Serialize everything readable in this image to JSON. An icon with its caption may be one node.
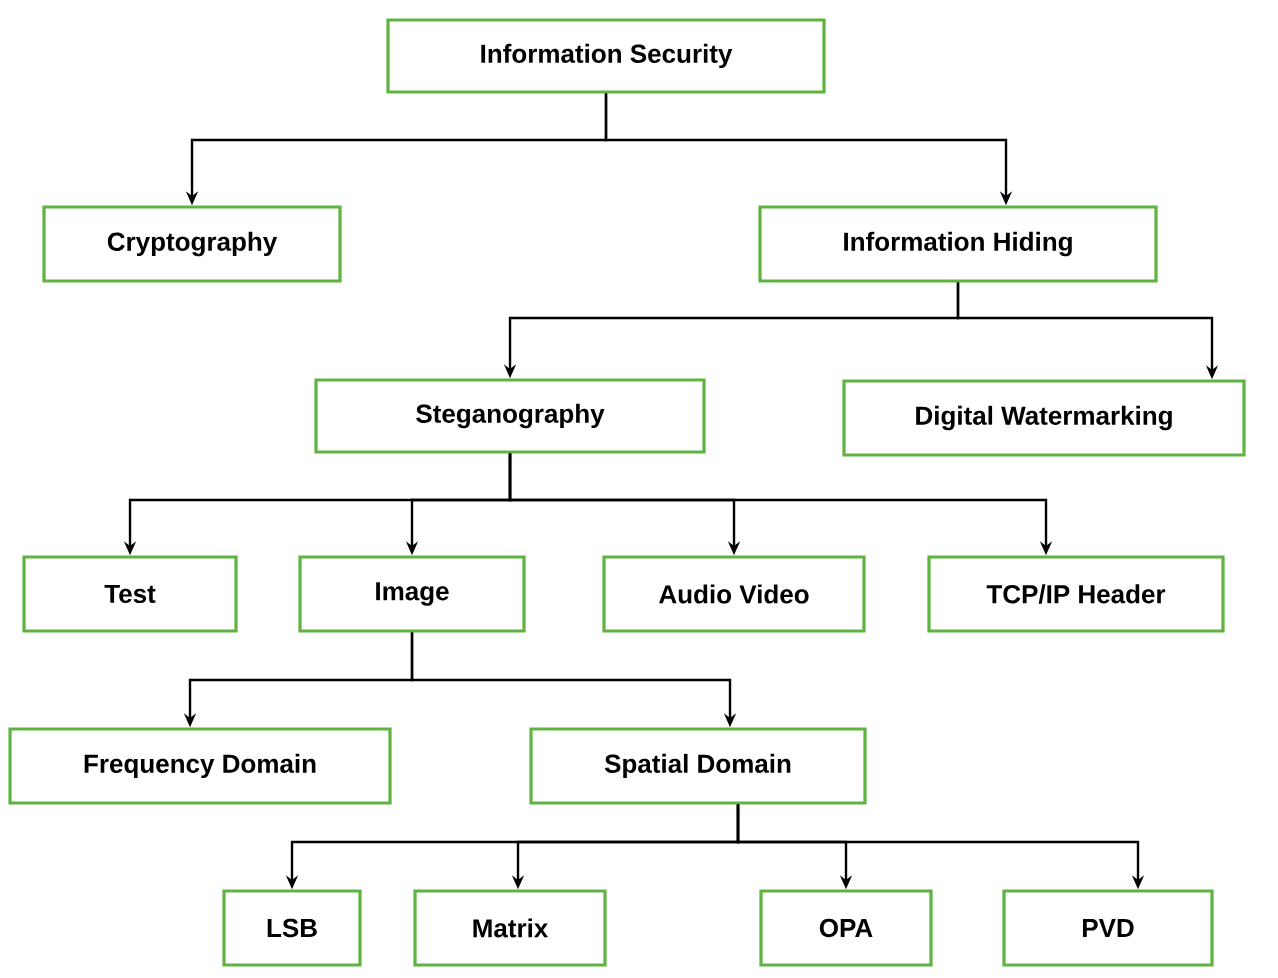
{
  "diagram": {
    "nodes": [
      {
        "text": [
          "Information Security"
        ]
      },
      {
        "text": [
          "Cryptography"
        ]
      },
      {
        "text": [
          "Information Hiding"
        ]
      },
      {
        "text": [
          "Steganography"
        ]
      },
      {
        "text": [
          "Digital Watermarking"
        ]
      },
      {
        "text": [
          "Test"
        ]
      },
      {
        "text": [
          "Image"
        ]
      },
      {
        "text": [
          "Audio Video"
        ]
      },
      {
        "text": [
          "TCP/IP Header"
        ]
      },
      {
        "text": [
          "Frequency Domain"
        ]
      },
      {
        "text": [
          "Spatial Domain"
        ]
      },
      {
        "text": [
          "LSB"
        ]
      },
      {
        "text": [
          "Matrix"
        ]
      },
      {
        "text": [
          "OPA"
        ]
      },
      {
        "text": [
          "PVD"
        ]
      }
    ],
    "edges": [
      {
        "from": 0,
        "to": 1,
        "arrow": "to"
      },
      {
        "from": 0,
        "to": 2,
        "arrow": "to"
      },
      {
        "from": 2,
        "to": 3,
        "arrow": "to"
      },
      {
        "from": 2,
        "to": 4,
        "arrow": "to"
      },
      {
        "from": 3,
        "to": 5,
        "arrow": "to"
      },
      {
        "from": 3,
        "to": 6,
        "arrow": "to"
      },
      {
        "from": 3,
        "to": 7,
        "arrow": "to"
      },
      {
        "from": 3,
        "to": 8,
        "arrow": "to"
      },
      {
        "from": 6,
        "to": 9,
        "arrow": "to"
      },
      {
        "from": 6,
        "to": 10,
        "arrow": "to"
      },
      {
        "from": 10,
        "to": 11,
        "arrow": "to"
      },
      {
        "from": 10,
        "to": 12,
        "arrow": "to"
      },
      {
        "from": 10,
        "to": 13,
        "arrow": "to"
      },
      {
        "from": 10,
        "to": 14,
        "arrow": "to"
      }
    ]
  }
}
